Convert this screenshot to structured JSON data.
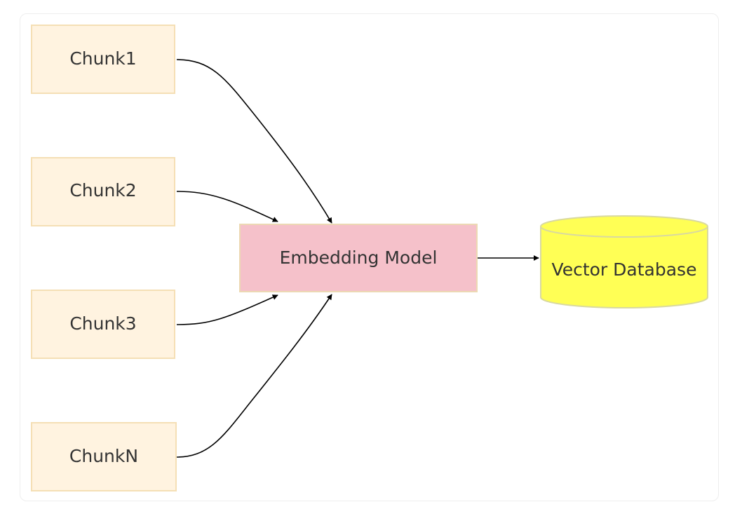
{
  "nodes": {
    "chunk1": {
      "label": "Chunk1"
    },
    "chunk2": {
      "label": "Chunk2"
    },
    "chunk3": {
      "label": "Chunk3"
    },
    "chunkN": {
      "label": "ChunkN"
    },
    "embedding_model": {
      "label": "Embedding Model"
    },
    "vector_database": {
      "label": "Vector Database"
    }
  },
  "edges": [
    {
      "from": "Chunk1",
      "to": "Embedding Model"
    },
    {
      "from": "Chunk2",
      "to": "Embedding Model"
    },
    {
      "from": "Chunk3",
      "to": "Embedding Model"
    },
    {
      "from": "ChunkN",
      "to": "Embedding Model"
    },
    {
      "from": "Embedding Model",
      "to": "Vector Database"
    }
  ],
  "colors": {
    "chunk_fill": "#fff3e0",
    "chunk_stroke": "#f5dfb5",
    "model_fill": "#f5c1ca",
    "model_stroke": "#ecd9b3",
    "database_fill": "#ffff55",
    "database_stroke": "#d9d9a0",
    "edge": "#000000",
    "text": "#333333"
  }
}
